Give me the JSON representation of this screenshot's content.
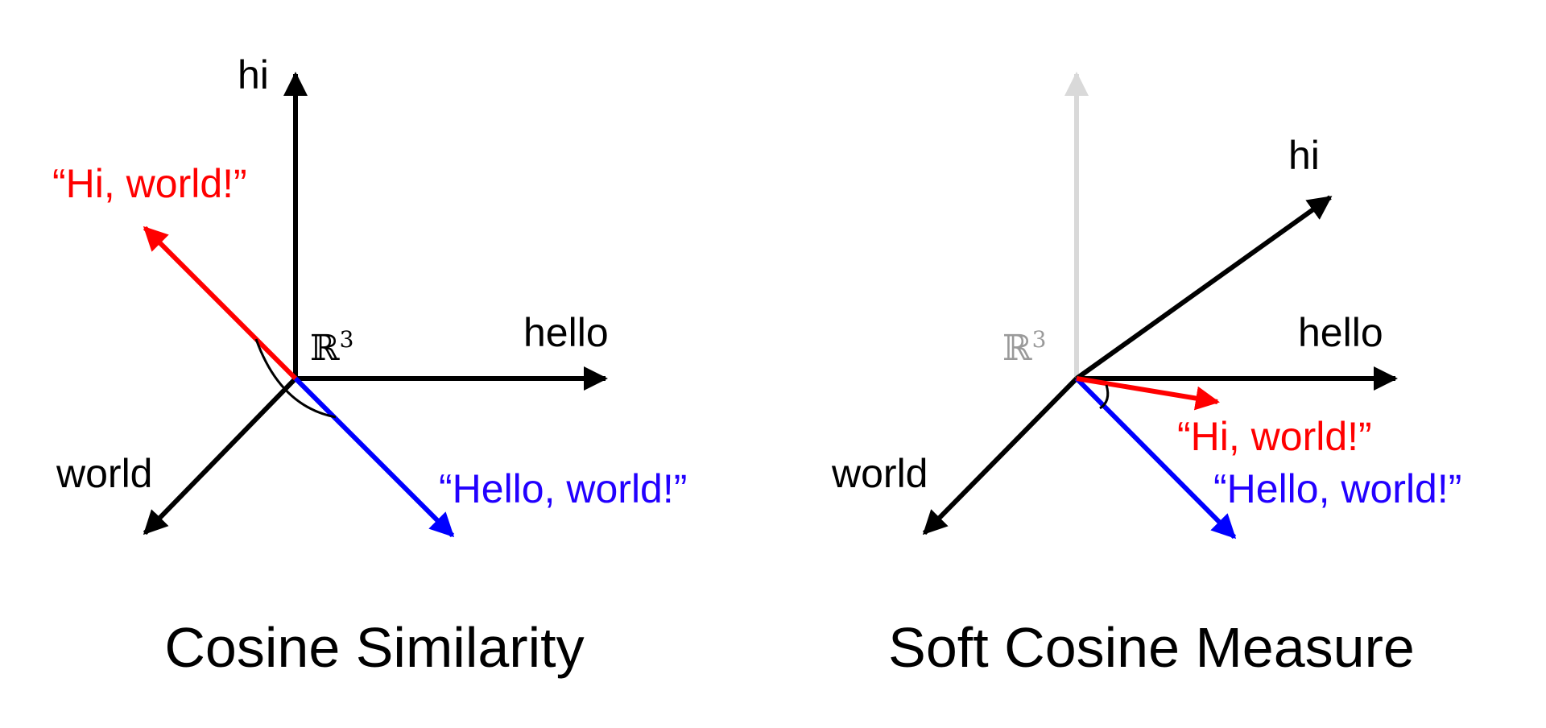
{
  "colors": {
    "axis": "#000000",
    "faded_axis": "#d9d9d9",
    "hi_world": "#ff0000",
    "hello_world": "#2200ff",
    "space_label_faded": "#9a9a9a"
  },
  "left_panel": {
    "caption": "Cosine Similarity",
    "space": {
      "symbol": "ℝ",
      "exponent": "3"
    },
    "axes": {
      "hi": "hi",
      "hello": "hello",
      "world": "world"
    },
    "documents": {
      "hi_world": "“Hi, world!”",
      "hello_world": "“Hello, world!”"
    }
  },
  "right_panel": {
    "caption": "Soft Cosine Measure",
    "space": {
      "symbol": "ℝ",
      "exponent": "3"
    },
    "axes": {
      "hi": "hi",
      "hello": "hello",
      "world": "world"
    },
    "documents": {
      "hi_world": "“Hi, world!”",
      "hello_world": "“Hello, world!”"
    }
  }
}
